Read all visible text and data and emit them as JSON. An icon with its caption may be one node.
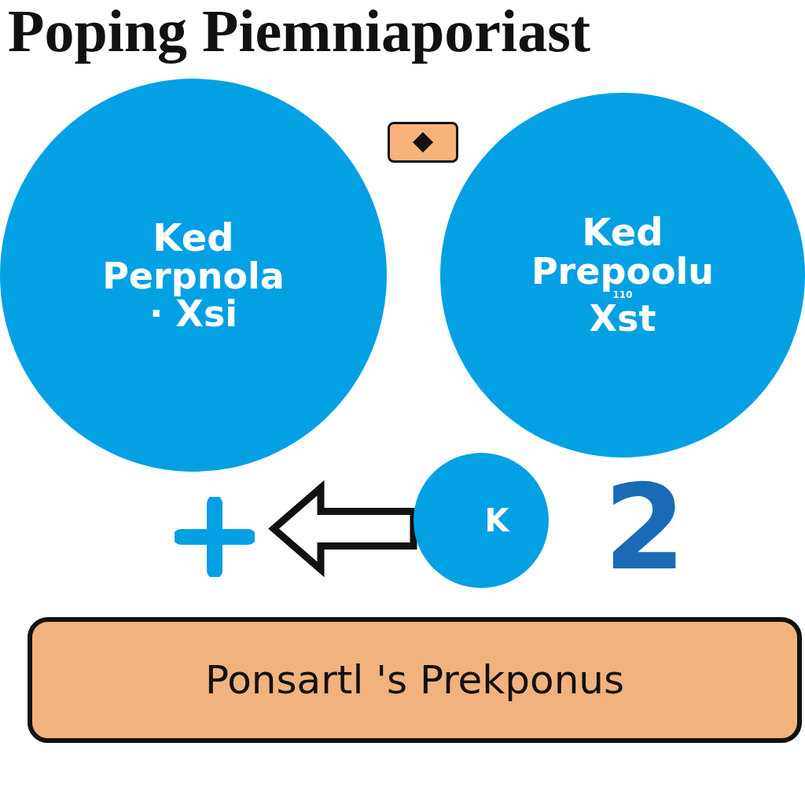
{
  "diagram": {
    "title": "Poping Piemniaporiast",
    "nodes": [
      {
        "text": [
          "Ked",
          "Perpnola",
          "· Xsi"
        ]
      },
      {
        "text": [],
        "shape": "box"
      },
      {
        "text": [
          "Ked",
          "Prepoolu",
          "110",
          "Xst"
        ]
      },
      {
        "text": [],
        "shape": "plus"
      },
      {
        "text": [
          "K"
        ]
      },
      {
        "text": [
          "Ponsartl 's Prekponus"
        ]
      }
    ],
    "edges": [
      {
        "from": 4,
        "to": 3,
        "arrow": "to",
        "style": "thick"
      }
    ],
    "labels": [
      "2"
    ]
  }
}
